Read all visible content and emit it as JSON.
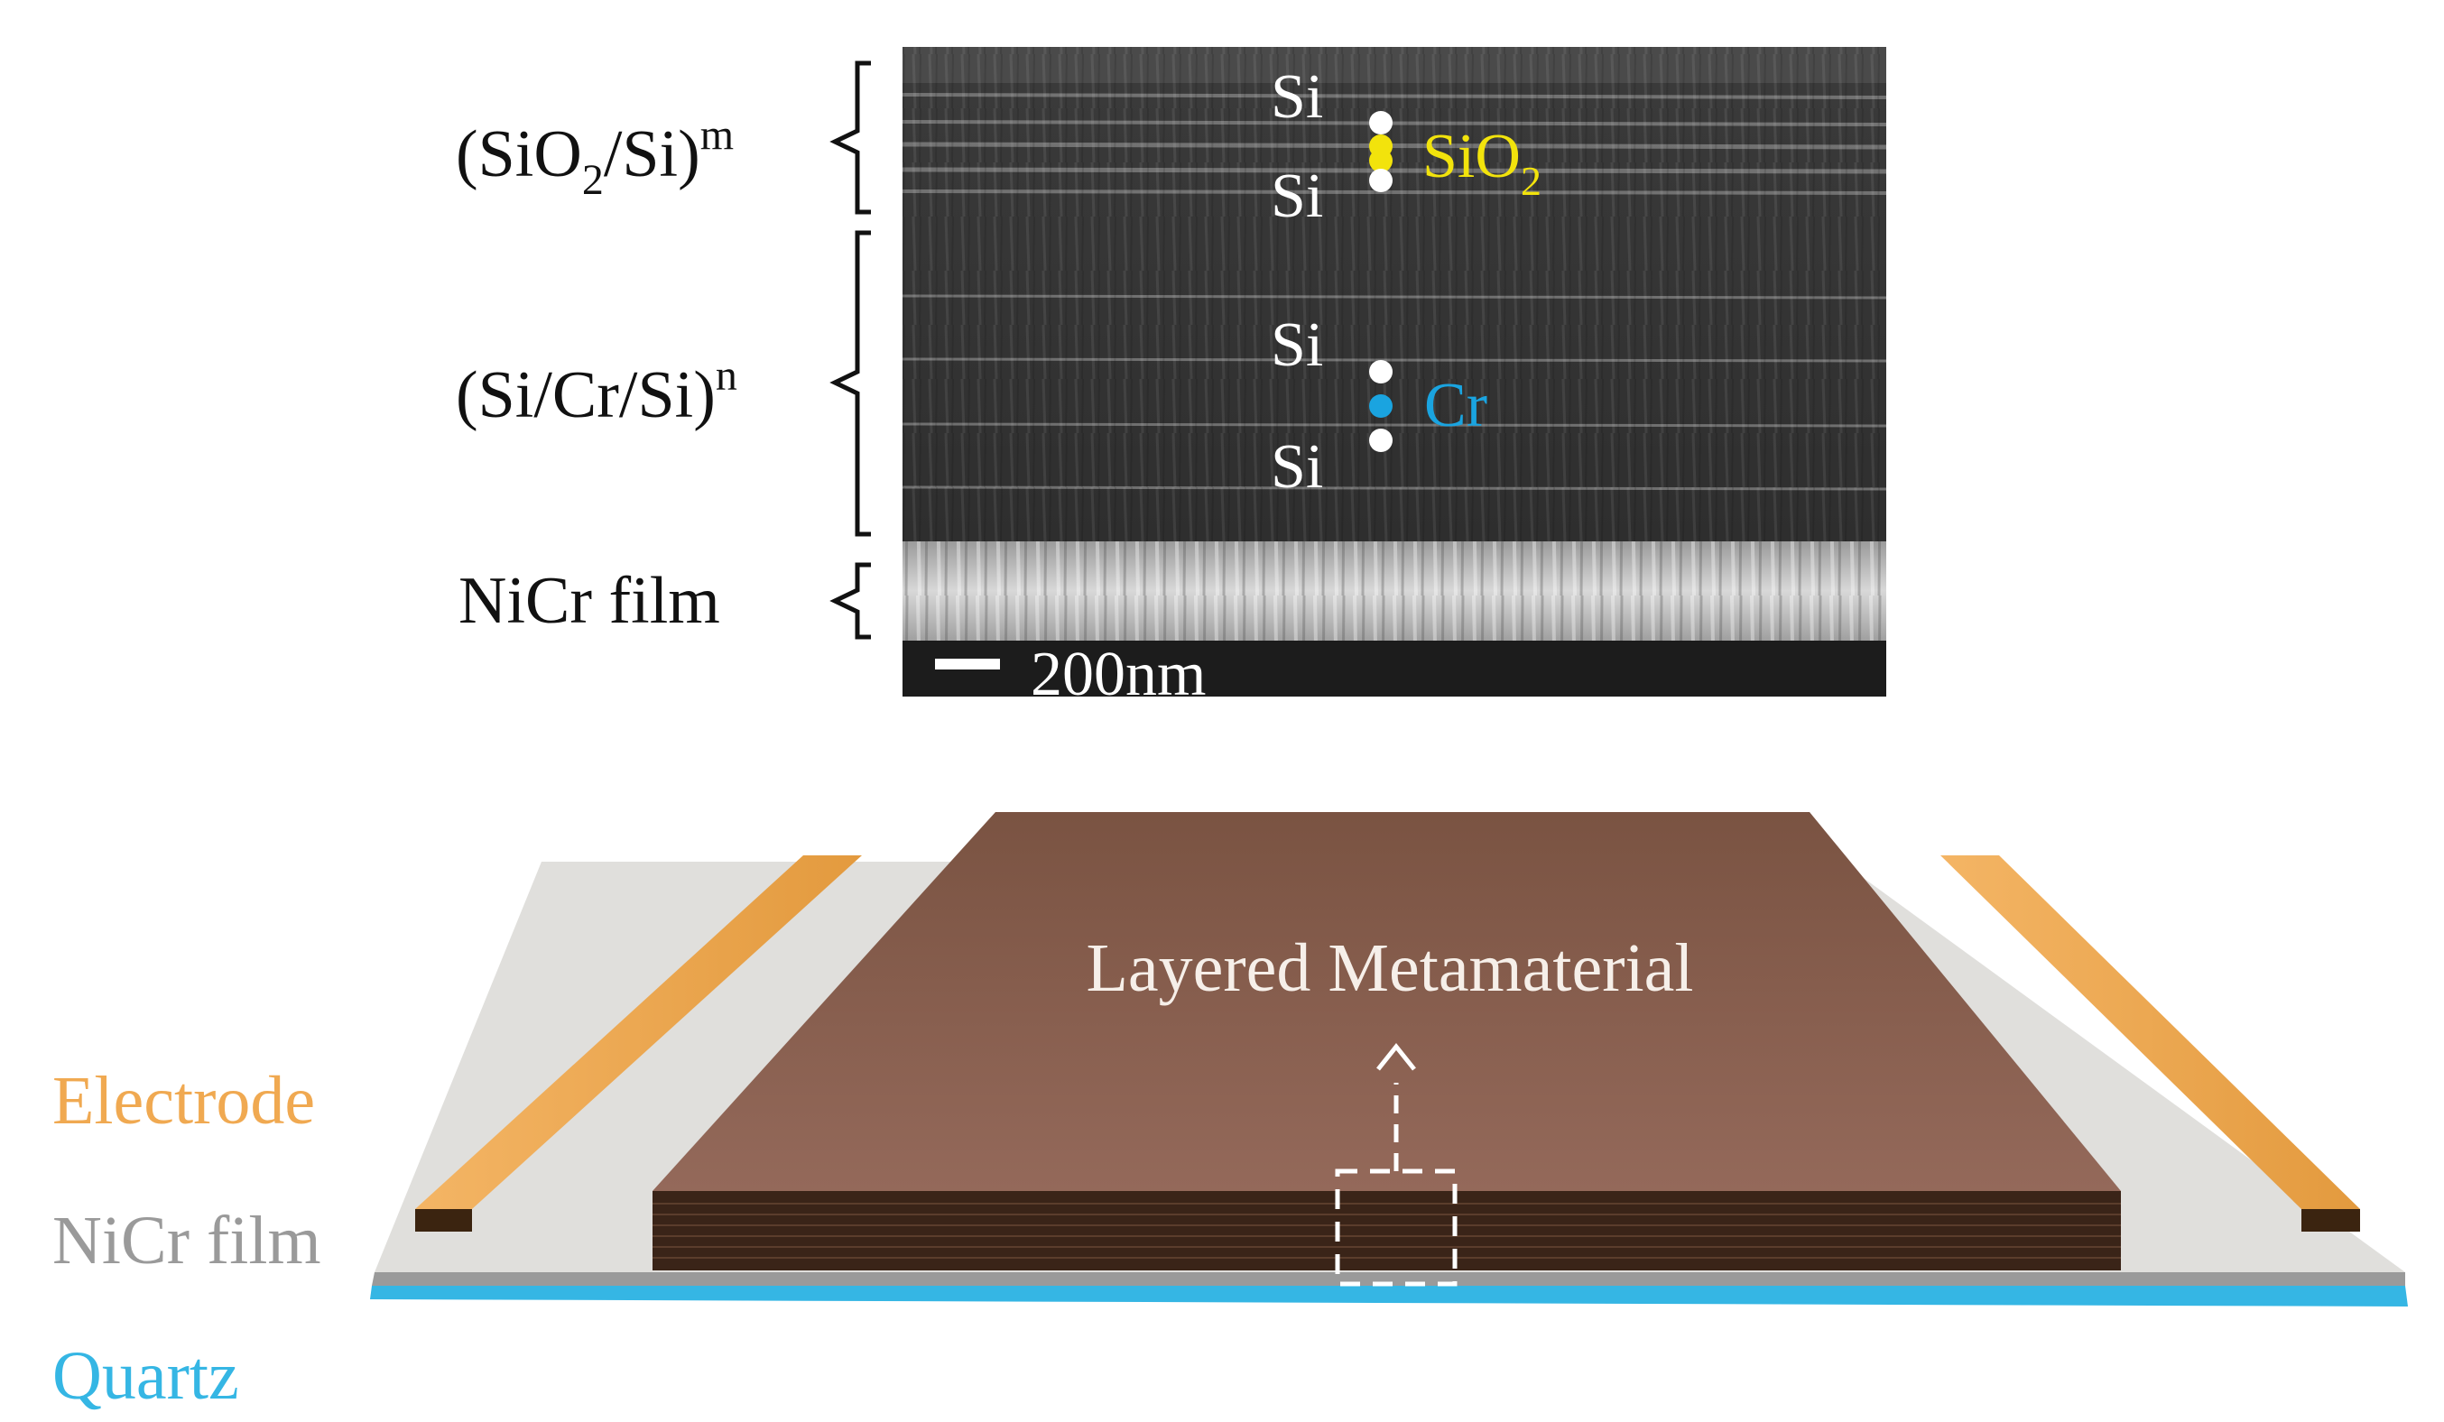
{
  "sem": {
    "labels": {
      "top_stack": "(SiO",
      "top_stack_sub": "2",
      "top_stack_rest": "/Si)",
      "top_stack_sup": "m",
      "mid_stack": "(Si/Cr/Si)",
      "mid_stack_sup": "n",
      "bottom_film": "NiCr film"
    },
    "markers": {
      "si_top_1": "Si",
      "si_top_2": "Si",
      "sio2": "SiO",
      "sio2_sub": "2",
      "si_mid_1": "Si",
      "si_mid_2": "Si",
      "cr": "Cr"
    },
    "scale_bar": "200nm"
  },
  "device": {
    "title": "Layered Metamaterial",
    "legend": {
      "electrode": "Electrode",
      "nicr": "NiCr film",
      "quartz": "Quartz"
    }
  },
  "colors": {
    "sio2": "#f2e30c",
    "cr": "#1aa4e0",
    "electrode": "#f0a951",
    "nicr": "#9a9a9a",
    "quartz": "#35b6e4",
    "metamaterial_top": "#8a5f4b",
    "metamaterial_side": "#3a2418"
  }
}
